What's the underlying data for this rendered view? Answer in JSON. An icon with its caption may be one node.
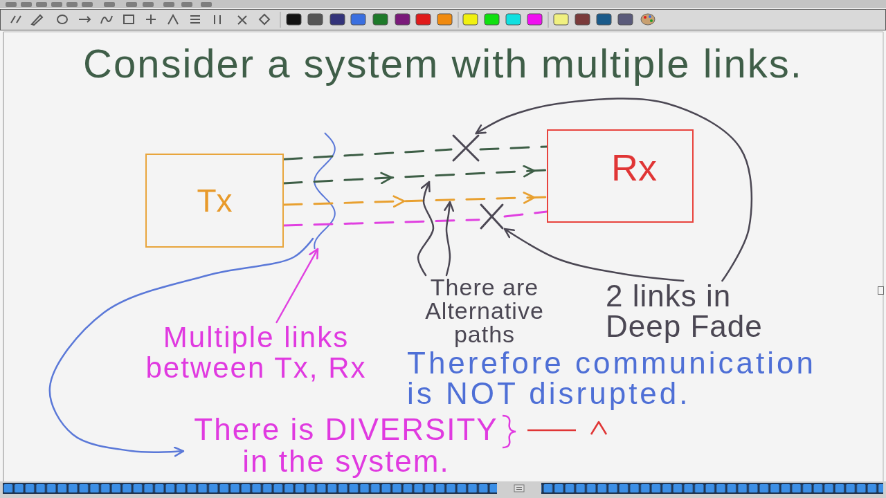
{
  "diagram": {
    "title": "Consider a system with multiple links.",
    "nodes": [
      {
        "text": [
          "Tx"
        ]
      },
      {
        "text": [],
        "shape": "cross"
      },
      {
        "text": [],
        "shape": "cross"
      },
      {
        "text": [
          "Rx"
        ]
      },
      {
        "text": [
          "There are Alternative paths"
        ]
      },
      {
        "text": [
          "2 links in Deep Fade"
        ]
      },
      {
        "text": [
          "Multiple links between Tx, Rx"
        ]
      },
      {
        "text": [
          "There is DIVERSITY in the system."
        ]
      }
    ],
    "edges": [
      {
        "from": 0,
        "to": 1,
        "arrow": "none",
        "style": "dashed",
        "color": "#3d5e46"
      },
      {
        "from": 1,
        "to": 3,
        "arrow": "none",
        "style": "dashed",
        "color": "#3d5e46"
      },
      {
        "from": 0,
        "to": 3,
        "arrow": "to",
        "style": "dashed",
        "color": "#3d5e46"
      },
      {
        "from": 0,
        "to": 3,
        "arrow": "to",
        "style": "dashed",
        "color": "#e8a030"
      },
      {
        "from": 0,
        "to": 2,
        "arrow": "none",
        "style": "dashed",
        "color": "#e040e0"
      },
      {
        "from": 2,
        "to": 3,
        "arrow": "none",
        "style": "dashed",
        "color": "#e040e0"
      },
      {
        "from": 4,
        "to": null,
        "arrow": "to"
      },
      {
        "from": 4,
        "to": null,
        "arrow": "to"
      },
      {
        "from": 5,
        "to": 1,
        "arrow": "to"
      },
      {
        "from": 5,
        "to": 2,
        "arrow": "to"
      },
      {
        "from": 6,
        "to": null,
        "arrow": "to",
        "color": "#e040e0"
      },
      {
        "from": null,
        "to": 7,
        "arrow": "to",
        "color": "#5a78d8"
      }
    ],
    "labels": [
      "Therefore communication is NOT disrupted."
    ]
  }
}
